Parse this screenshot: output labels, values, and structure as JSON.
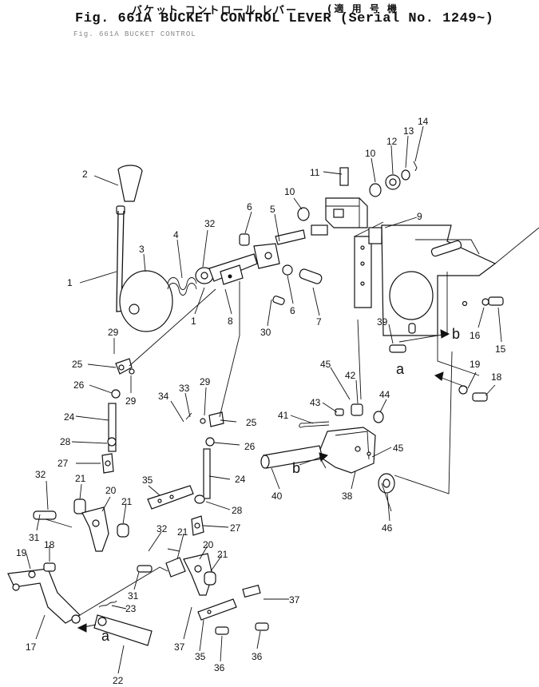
{
  "header": {
    "title_jp": "バケット コントロール レバー",
    "title_jp_note": "(適 用 号 機",
    "title_en": "Fig. 661A  BUCKET  CONTROL  LEVER  (Serial  No. 1249~)",
    "subtitle": "Fig. 661A BUCKET CONTROL"
  },
  "callouts": [
    {
      "id": "c-14",
      "label": "14"
    },
    {
      "id": "c-13",
      "label": "13"
    },
    {
      "id": "c-12",
      "label": "12"
    },
    {
      "id": "c-10a",
      "label": "10"
    },
    {
      "id": "c-11",
      "label": "11"
    },
    {
      "id": "c-10b",
      "label": "10"
    },
    {
      "id": "c-9",
      "label": "9"
    },
    {
      "id": "c-2",
      "label": "2"
    },
    {
      "id": "c-6a",
      "label": "6"
    },
    {
      "id": "c-5",
      "label": "5"
    },
    {
      "id": "c-32a",
      "label": "32"
    },
    {
      "id": "c-4",
      "label": "4"
    },
    {
      "id": "c-3",
      "label": "3"
    },
    {
      "id": "c-1a",
      "label": "1"
    },
    {
      "id": "c-1b",
      "label": "1"
    },
    {
      "id": "c-8",
      "label": "8"
    },
    {
      "id": "c-6b",
      "label": "6"
    },
    {
      "id": "c-7",
      "label": "7"
    },
    {
      "id": "c-30",
      "label": "30"
    },
    {
      "id": "c-39",
      "label": "39"
    },
    {
      "id": "c-b1",
      "label": "b"
    },
    {
      "id": "c-16",
      "label": "16"
    },
    {
      "id": "c-15",
      "label": "15"
    },
    {
      "id": "c-29a",
      "label": "29"
    },
    {
      "id": "c-25a",
      "label": "25"
    },
    {
      "id": "c-29b",
      "label": "29"
    },
    {
      "id": "c-26a",
      "label": "26"
    },
    {
      "id": "c-45a",
      "label": "45"
    },
    {
      "id": "c-42",
      "label": "42"
    },
    {
      "id": "c-a1",
      "label": "a"
    },
    {
      "id": "c-19a",
      "label": "19"
    },
    {
      "id": "c-18a",
      "label": "18"
    },
    {
      "id": "c-34",
      "label": "34"
    },
    {
      "id": "c-33",
      "label": "33"
    },
    {
      "id": "c-29c",
      "label": "29"
    },
    {
      "id": "c-43",
      "label": "43"
    },
    {
      "id": "c-44",
      "label": "44"
    },
    {
      "id": "c-24a",
      "label": "24"
    },
    {
      "id": "c-41",
      "label": "41"
    },
    {
      "id": "c-25b",
      "label": "25"
    },
    {
      "id": "c-28a",
      "label": "28"
    },
    {
      "id": "c-26b",
      "label": "26"
    },
    {
      "id": "c-45b",
      "label": "45"
    },
    {
      "id": "c-27a",
      "label": "27"
    },
    {
      "id": "c-b2",
      "label": "b"
    },
    {
      "id": "c-32b",
      "label": "32"
    },
    {
      "id": "c-21a",
      "label": "21"
    },
    {
      "id": "c-20a",
      "label": "20"
    },
    {
      "id": "c-35a",
      "label": "35"
    },
    {
      "id": "c-24b",
      "label": "24"
    },
    {
      "id": "c-40",
      "label": "40"
    },
    {
      "id": "c-38",
      "label": "38"
    },
    {
      "id": "c-21b",
      "label": "21"
    },
    {
      "id": "c-28b",
      "label": "28"
    },
    {
      "id": "c-46",
      "label": "46"
    },
    {
      "id": "c-31a",
      "label": "31"
    },
    {
      "id": "c-32c",
      "label": "32"
    },
    {
      "id": "c-27b",
      "label": "27"
    },
    {
      "id": "c-21c",
      "label": "21"
    },
    {
      "id": "c-19b",
      "label": "19"
    },
    {
      "id": "c-18b",
      "label": "18"
    },
    {
      "id": "c-20b",
      "label": "20"
    },
    {
      "id": "c-21d",
      "label": "21"
    },
    {
      "id": "c-31b",
      "label": "31"
    },
    {
      "id": "c-23",
      "label": "23"
    },
    {
      "id": "c-37a",
      "label": "37"
    },
    {
      "id": "c-a2",
      "label": "a"
    },
    {
      "id": "c-17",
      "label": "17"
    },
    {
      "id": "c-37b",
      "label": "37"
    },
    {
      "id": "c-35b",
      "label": "35"
    },
    {
      "id": "c-36a",
      "label": "36"
    },
    {
      "id": "c-36b",
      "label": "36"
    },
    {
      "id": "c-22",
      "label": "22"
    }
  ]
}
